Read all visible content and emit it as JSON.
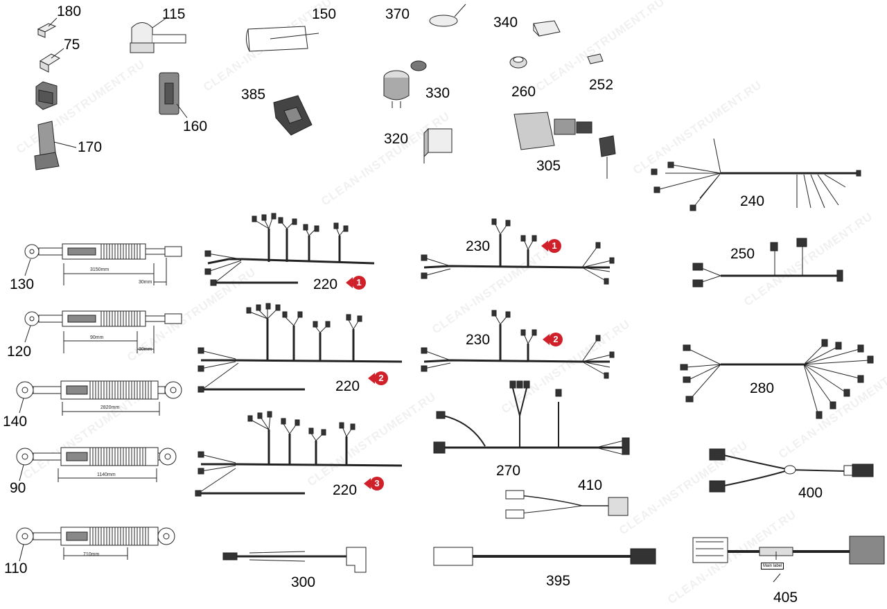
{
  "watermark": "CLEAN-INSTRUMENT.RU",
  "parts": {
    "p180": "180",
    "p115": "115",
    "p150": "150",
    "p370": "370",
    "p340": "340",
    "p75": "75",
    "p330": "330",
    "p260": "260",
    "p252": "252",
    "p385": "385",
    "p160": "160",
    "p170": "170",
    "p320": "320",
    "p305": "305",
    "p240": "240",
    "p130": "130",
    "p220a": "220",
    "p230a": "230",
    "p250": "250",
    "p120": "120",
    "p220b": "220",
    "p230b": "230",
    "p280": "280",
    "p140": "140",
    "p270": "270",
    "p90": "90",
    "p220c": "220",
    "p410": "410",
    "p400": "400",
    "p110": "110",
    "p300": "300",
    "p395": "395",
    "p405": "405"
  },
  "variants": {
    "v1a": "1",
    "v1b": "1",
    "v2a": "2",
    "v2b": "2",
    "v3": "3"
  },
  "dims": {
    "d130_len": "3150mm",
    "d130_end": "30mm",
    "d120_len": "90mm",
    "d120_end": "30mm",
    "d140_len": "2820mm",
    "d90_len": "1140mm",
    "d110_len": "710mm"
  },
  "main_label": "Main label"
}
